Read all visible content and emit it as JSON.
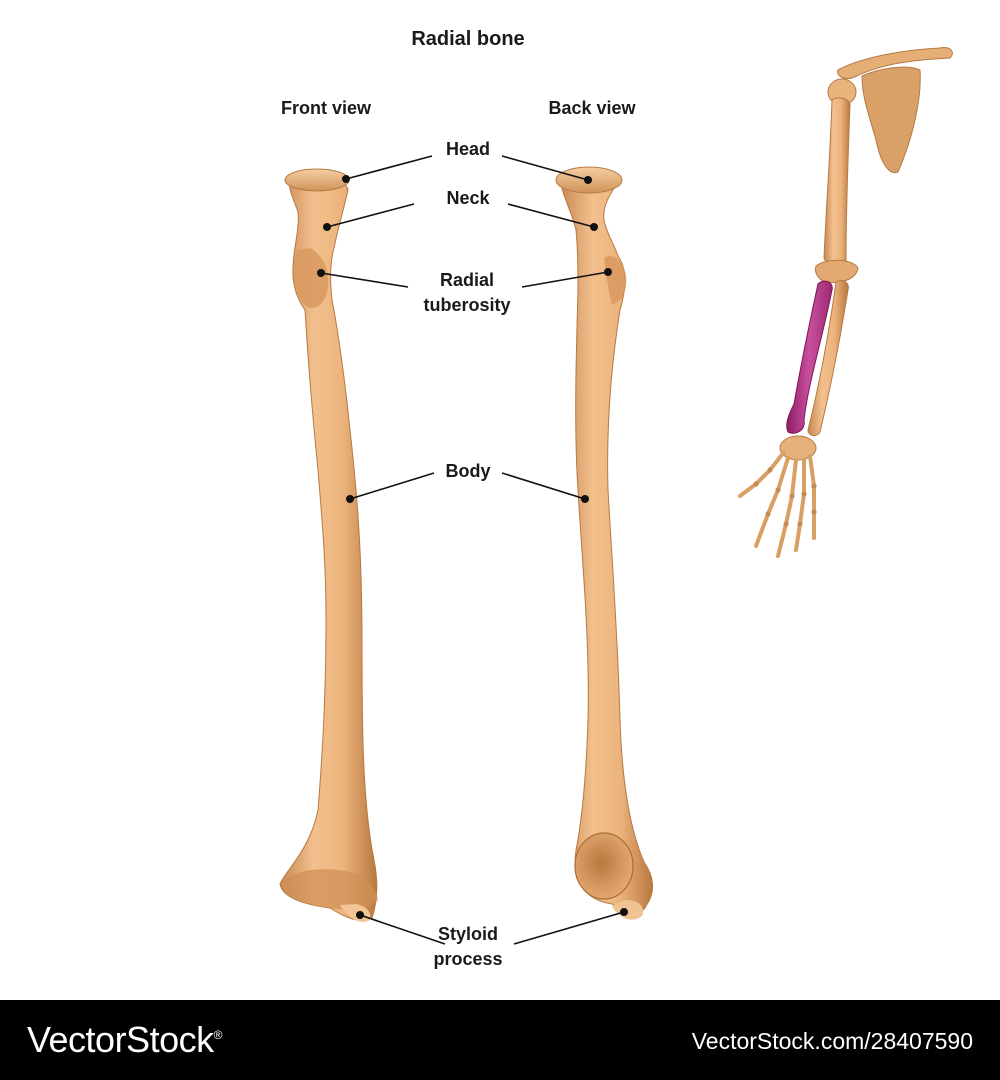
{
  "title": "Radial bone",
  "views": {
    "front": "Front view",
    "back": "Back view"
  },
  "labels": {
    "head": "Head",
    "neck": "Neck",
    "tuberosity": "Radial\ntuberosity",
    "body": "Body",
    "styloid": "Styloid\nprocess"
  },
  "colors": {
    "bone": "#eab07a",
    "bone_dark": "#c98a52",
    "radius_highlight": "#b23b88",
    "background": "#ffffff",
    "footer": "#000000"
  },
  "footer": {
    "brand": "VectorStock",
    "brand_mark": "®",
    "stock_id": "VectorStock.com/28407590"
  }
}
